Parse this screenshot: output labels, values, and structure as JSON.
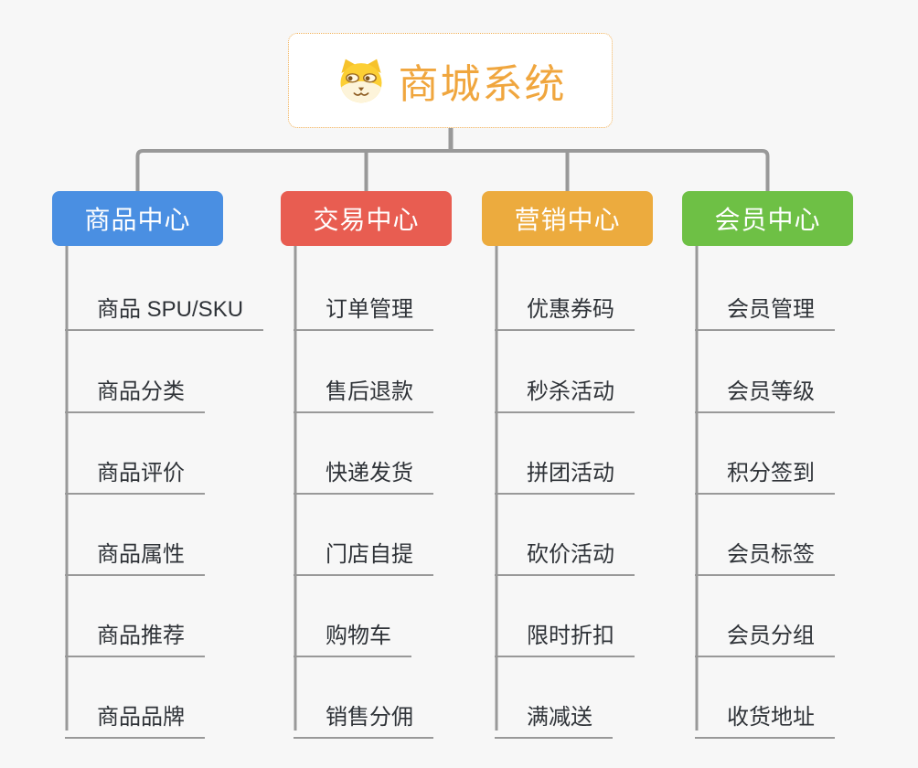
{
  "root": {
    "title": "商城系统",
    "icon": "dog-face-icon"
  },
  "branches": [
    {
      "label": "商品中心",
      "color": "#4a8fe2",
      "items": [
        "商品 SPU/SKU",
        "商品分类",
        "商品评价",
        "商品属性",
        "商品推荐",
        "商品品牌"
      ]
    },
    {
      "label": "交易中心",
      "color": "#e85d51",
      "items": [
        "订单管理",
        "售后退款",
        "快递发货",
        "门店自提",
        "购物车",
        "销售分佣"
      ]
    },
    {
      "label": "营销中心",
      "color": "#ecab3e",
      "items": [
        "优惠券码",
        "秒杀活动",
        "拼团活动",
        "砍价活动",
        "限时折扣",
        "满减送"
      ]
    },
    {
      "label": "会员中心",
      "color": "#6ec045",
      "items": [
        "会员管理",
        "会员等级",
        "积分签到",
        "会员标签",
        "会员分组",
        "收货地址"
      ]
    }
  ],
  "colors": {
    "background": "#f7f7f7",
    "connector": "#999999",
    "underline": "#999999",
    "item_text": "#2f3338",
    "root_border": "#f0b058",
    "root_text": "#f0a63e"
  }
}
